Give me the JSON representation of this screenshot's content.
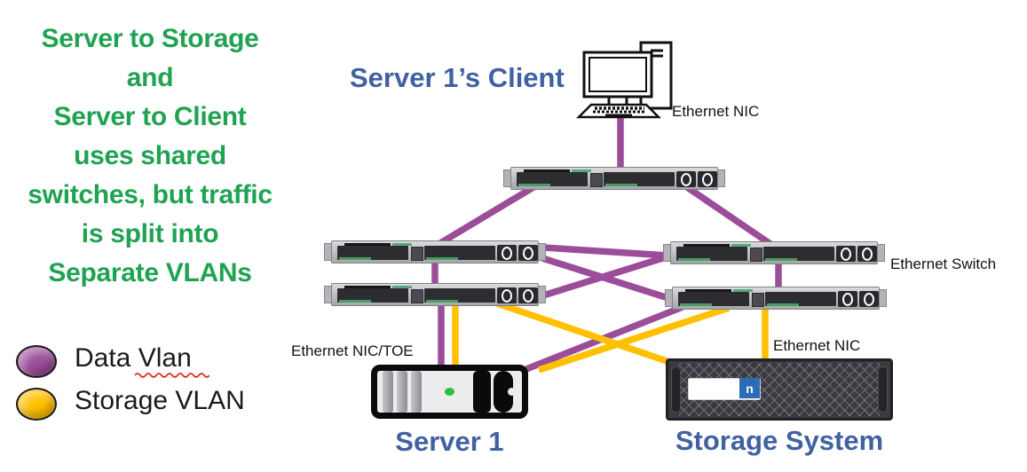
{
  "annotation": {
    "lines": [
      "Server to Storage",
      "and",
      "Server to Client",
      "uses shared",
      "switches, but traffic",
      "is split into",
      "Separate VLANs"
    ]
  },
  "legend": {
    "items": [
      {
        "id": "data-vlan",
        "label": "Data Vlan",
        "swatch_color": "#9C4D9A",
        "spellcheck_underline": true
      },
      {
        "id": "storage-vlan",
        "label": "Storage VLAN",
        "swatch_color": "#FFC000",
        "spellcheck_underline": false
      }
    ]
  },
  "nodes": {
    "client": {
      "title": "Server 1’s Client",
      "nic_label": "Ethernet NIC"
    },
    "switch_group_label": "Ethernet Switch",
    "server": {
      "title": "Server 1",
      "nic_label": "Ethernet NIC/TOE"
    },
    "storage": {
      "title": "Storage System",
      "nic_label": "Ethernet NIC",
      "logo_letter": "n"
    }
  },
  "colors": {
    "data_vlan": "#9C4D9A",
    "storage_vlan": "#FFC000",
    "annotation_green": "#1FA352",
    "title_blue": "#4061A2",
    "spellcheck_red": "#E02A1E"
  },
  "connections": [
    {
      "from": "client",
      "to": "switch-top",
      "vlan": "data"
    },
    {
      "from": "switch-top",
      "to": "switch-a",
      "vlan": "data"
    },
    {
      "from": "switch-top",
      "to": "switch-b",
      "vlan": "data"
    },
    {
      "from": "switch-a",
      "to": "switch-b",
      "vlan": "data"
    },
    {
      "from": "switch-a",
      "to": "switch-d",
      "vlan": "data"
    },
    {
      "from": "switch-b",
      "to": "switch-c",
      "vlan": "data"
    },
    {
      "from": "switch-a",
      "to": "switch-c",
      "vlan": "data"
    },
    {
      "from": "switch-b",
      "to": "switch-d",
      "vlan": "data"
    },
    {
      "from": "switch-c",
      "to": "server",
      "vlan": "data"
    },
    {
      "from": "switch-d",
      "to": "server",
      "vlan": "data"
    },
    {
      "from": "switch-c",
      "to": "server",
      "vlan": "storage"
    },
    {
      "from": "switch-c",
      "to": "storage",
      "vlan": "storage"
    },
    {
      "from": "switch-d",
      "to": "server",
      "vlan": "storage"
    },
    {
      "from": "switch-d",
      "to": "storage",
      "vlan": "storage"
    }
  ]
}
